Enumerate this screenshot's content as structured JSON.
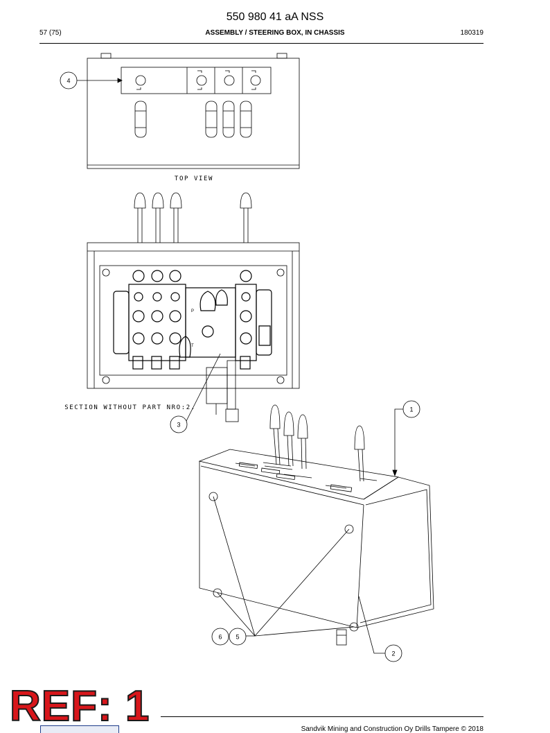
{
  "header": {
    "doc_number": "550 980 41 aA NSS",
    "page": "57 (75)",
    "title": "ASSEMBLY / STEERING BOX, IN CHASSIS",
    "date_code": "180319"
  },
  "drawing": {
    "top_view_label": "TOP VIEW",
    "section_label": "SECTION WITHOUT PART NRO:2.",
    "port_labels": [
      "P",
      "T"
    ],
    "callouts": [
      "4",
      "3",
      "1",
      "6",
      "5",
      "2"
    ]
  },
  "footer": {
    "ref_stamp": "REF: 1",
    "copyright": "Sandvik Mining and Construction Oy Drills Tampere © 2018"
  }
}
